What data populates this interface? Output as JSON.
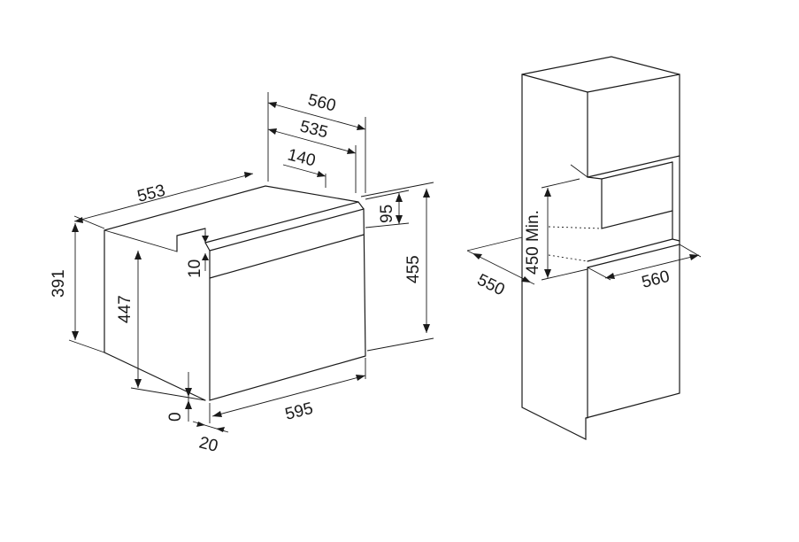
{
  "oven": {
    "depth_total": "560",
    "depth_body": "535",
    "depth_rear": "140",
    "side_depth": "553",
    "front_height": "95",
    "panel_offset": "10",
    "side_height": "391",
    "inner_height": "447",
    "total_height": "455",
    "bottom_offset": "0",
    "front_offset": "20",
    "width": "595"
  },
  "cabinet": {
    "depth": "550",
    "niche_height": "450 Min.",
    "niche_width": "560"
  }
}
